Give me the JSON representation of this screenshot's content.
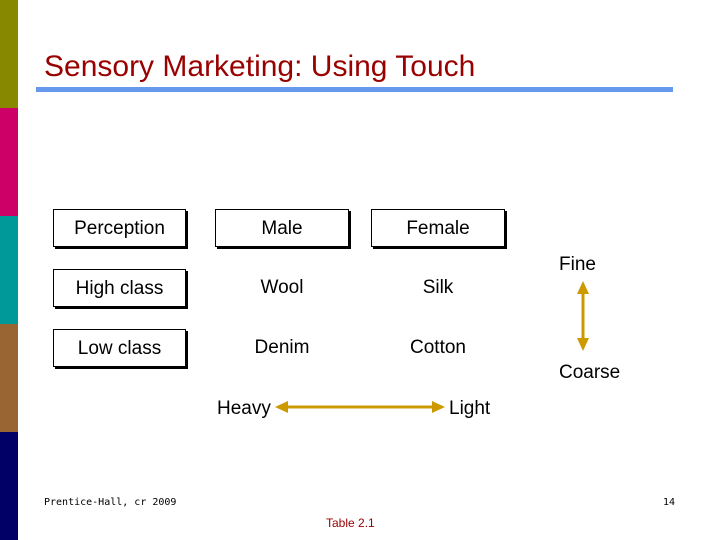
{
  "slide": {
    "title": "Sensory Marketing: Using Touch",
    "colors": {
      "title": "#990000",
      "title_rule": "#6699ee",
      "arrow": "#cc9900",
      "stripes": [
        "#888800",
        "#cc0066",
        "#009999",
        "#996633",
        "#000066"
      ]
    }
  },
  "table": {
    "headers": [
      "Perception",
      "Male",
      "Female"
    ],
    "rows": [
      [
        "High class",
        "Wool",
        "Silk"
      ],
      [
        "Low class",
        "Denim",
        "Cotton"
      ]
    ]
  },
  "scale_vertical": {
    "top_label": "Fine",
    "bottom_label": "Coarse"
  },
  "scale_horizontal": {
    "left_label": "Heavy",
    "right_label": "Light"
  },
  "footer": {
    "source": "Prentice-Hall, cr 2009",
    "page_number": "14",
    "caption": "Table 2.1"
  }
}
